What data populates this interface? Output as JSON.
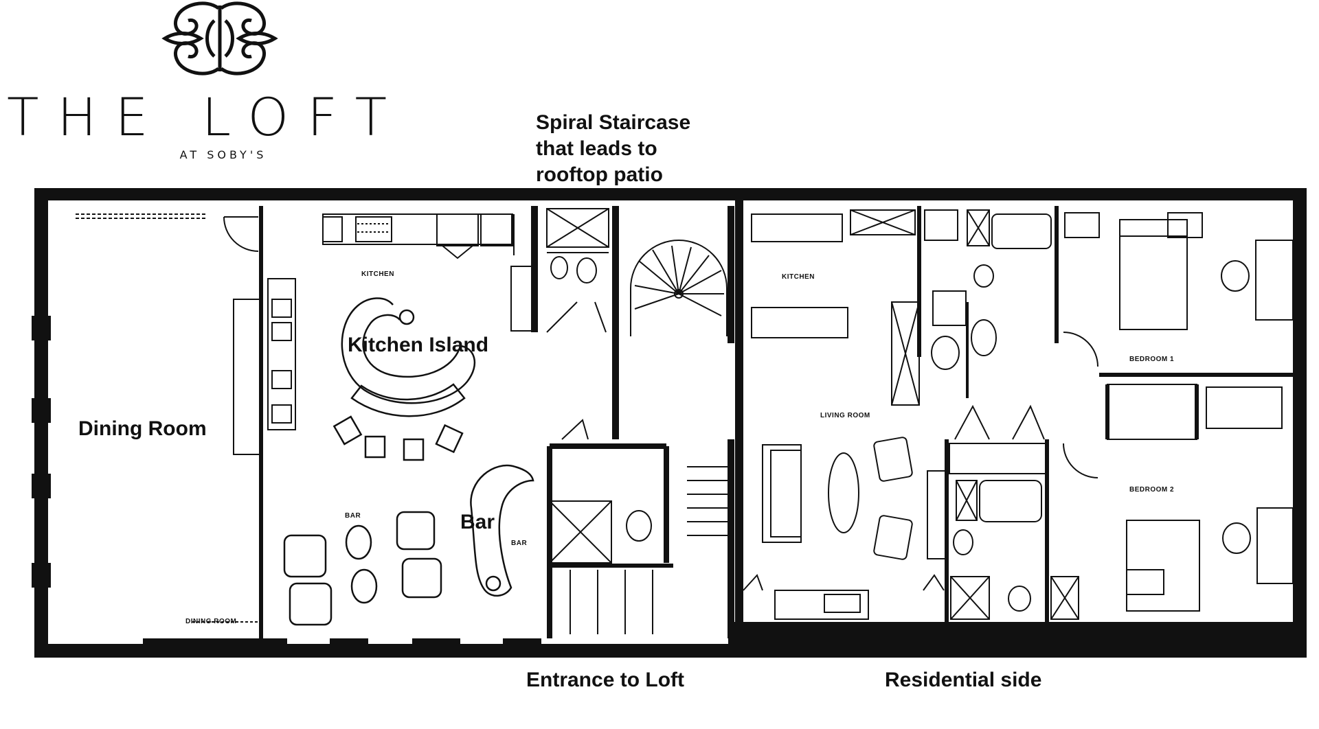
{
  "brand": {
    "name": "THE LOFT",
    "subtitle": "AT SOBY'S"
  },
  "callouts": {
    "spiral_staircase": "Spiral Staircase\nthat leads to\nrooftop patio",
    "kitchen_island": "Kitchen Island",
    "dining_room": "Dining Room",
    "bar": "Bar",
    "entrance": "Entrance to Loft",
    "residential": "Residential side"
  },
  "plan_labels": {
    "kitchen": "KITCHEN",
    "bar_small_1": "BAR",
    "bar_small_2": "BAR",
    "dining_small": "DINING ROOM",
    "kitchen_right": "KITCHEN",
    "living_room": "LIVING ROOM",
    "bedroom_1": "BEDROOM 1",
    "bedroom_2": "BEDROOM 2"
  },
  "colors": {
    "ink": "#111111",
    "paper": "#ffffff"
  }
}
